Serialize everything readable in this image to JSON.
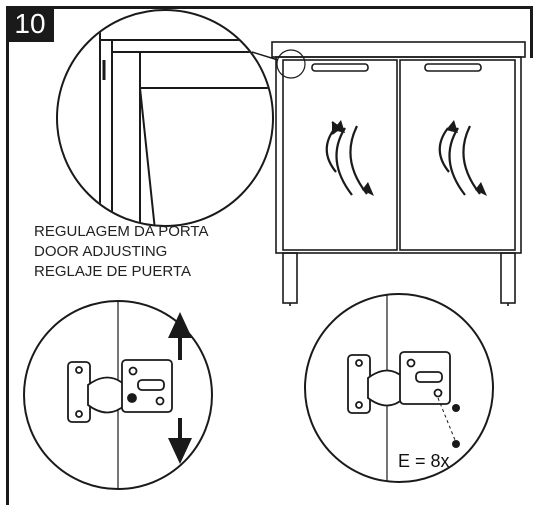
{
  "step": {
    "number": "10"
  },
  "caption": {
    "line_pt": "REGULAGEM DA PORTA",
    "line_en": "DOOR ADJUSTING",
    "line_es": "REGLAJE DE PUERTA"
  },
  "hardware": {
    "quantity_label": "E = 8x"
  },
  "icons": [
    "double-curved-arrow-icon",
    "up-arrow-icon",
    "down-arrow-icon",
    "hinge-icon",
    "screw-icon"
  ]
}
